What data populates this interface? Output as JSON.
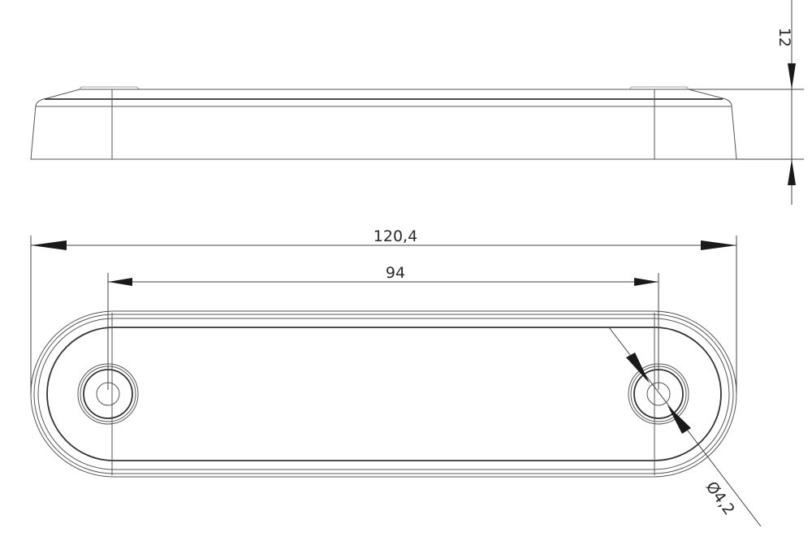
{
  "drawing": {
    "dimensions": {
      "height": "12",
      "overall_length": "120,4",
      "hole_spacing": "94",
      "hole_diameter": "Ø4,2"
    }
  }
}
